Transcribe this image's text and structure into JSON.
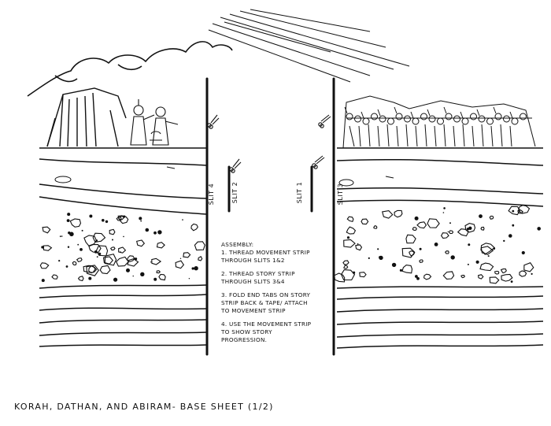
{
  "footer": {
    "title": "KORAH, DATHAN, AND ABIRAM- BASE SHEET (1/2)"
  },
  "slits": {
    "slit1": "SLIT 1",
    "slit2": "SLIT 2",
    "slit3": "SLIT 3",
    "slit4": "SLIT 4"
  },
  "assembly": {
    "heading": "ASSEMBLY:",
    "step1": "1. THREAD MOVEMENT STRIP THROUGH SLITS 1&2",
    "step2": "2. THREAD STORY STRIP THROUGH SLITS 3&4",
    "step3": "3. FOLD END TABS ON STORY STRIP BACK & TAPE/ ATTACH TO MOVEMENT STRIP",
    "step4": "4. USE THE MOVEMENT STRIP TO SHOW STORY PROGRESSION."
  },
  "icons": {
    "cut": "scissors-icon",
    "sky": "cloud-icon",
    "camp": "tent-icon"
  },
  "colors": {
    "ink": "#111111",
    "paper": "#ffffff"
  }
}
